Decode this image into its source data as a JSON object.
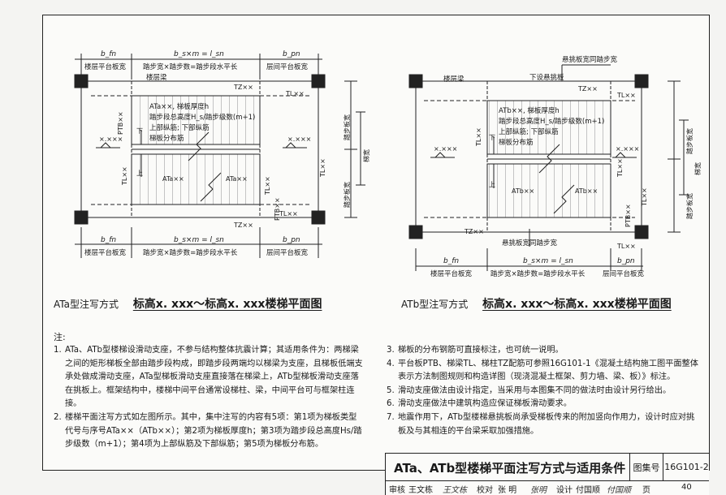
{
  "plan_a": {
    "top_dims": [
      "b_fn",
      "b_s×m = l_sn",
      "b_pn"
    ],
    "top_titles": [
      "楼层平台板宽",
      "踏步宽×踏步数=踏步段水平长",
      "层间平台板宽"
    ],
    "bottom_dims": [
      "b_fn",
      "b_s×m = l_sn",
      "b_pn"
    ],
    "bottom_titles": [
      "楼层平台板宽",
      "踏步宽×踏步数=踏步段水平长",
      "层间平台板宽"
    ],
    "floor_beam": "楼层梁",
    "tz_top": "TZ××",
    "tl_top": "TL××",
    "tz_bottom": "TZ××",
    "tl_bottom": "TL××",
    "ptb": "PTB××",
    "tl_left": "TL××",
    "tl_right": "TL××",
    "tl_mid": "TL××",
    "ptb_right": "PTB××",
    "elev_left": "×.×××",
    "elev_right": "×.×××",
    "annotation": [
      "ATa××, 梯板厚度h",
      "踏步段总高度H_s/踏步级数(m+1)",
      "上部纵筋; 下部纵筋",
      "梯板分布筋"
    ],
    "flight_left": "ATa××",
    "flight_right": "ATa××",
    "down_mark": "下",
    "up_mark": "上",
    "side_labels": [
      "踏步板宽",
      "梯宽",
      "踏步板宽"
    ]
  },
  "plan_b": {
    "top_note": "悬挑板宽同踏步宽",
    "floor_beam": "楼层梁",
    "lower_plate": "下设悬挑板",
    "tz_top": "TZ××",
    "tl_top": "TL××",
    "annotation": [
      "ATb××, 梯板厚度h",
      "踏步段总高度H_s/踏步级数(m+1)",
      "上部纵筋; 下部纵筋",
      "梯板分布筋"
    ],
    "elev_left": "×.×××",
    "elev_right": "×.×××",
    "flight_left": "ATb××",
    "flight_right": "ATb××",
    "tl_left": "TL××",
    "tl_right": "TL××",
    "tl_mid": "TL××",
    "ptb": "PTB××",
    "tz_bottom": "TZ××",
    "tl_bottom": "TL××",
    "bottom_note": "悬挑板宽同踏步宽",
    "bottom_dims": [
      "b_fn",
      "b_s×m = l_sn",
      "b_pn"
    ],
    "bottom_titles": [
      "楼层平台板宽",
      "踏步宽×踏步数=踏步段水平长",
      "层间平台板宽"
    ],
    "down_mark": "下",
    "up_mark": "上",
    "side_labels": [
      "踏步板宽",
      "梯宽",
      "踏步板宽"
    ]
  },
  "captions": {
    "left_label": "ATa型注写方式",
    "left_title": "标高x. xxx～标高x. xxx楼梯平面图",
    "right_label": "ATb型注写方式",
    "right_title": "标高x. xxx～标高x. xxx楼梯平面图"
  },
  "notes": {
    "heading": "注:",
    "left": [
      {
        "num": "1.",
        "text": "ATa、ATb型楼梯设滑动支座，不参与结构整体抗震计算；其适用条件为：两梯梁之间的矩形梯板全部由踏步段构成，即踏步段两端均以梯梁为支座，且梯板低端支承处做成滑动支座，ATa型梯板滑动支座直接落在梯梁上，ATb型梯板滑动支座落在挑板上。框架结构中，楼梯中间平台通常设梯柱、梁，中间平台可与框架柱连接。"
      },
      {
        "num": "2.",
        "text": "楼梯平面注写方式如左图所示。其中，集中注写的内容有5项：第1项为梯板类型代号与序号ATa××（ATb××）；第2项为梯板厚度h；第3项为踏步段总高度Hs/踏步级数（m+1）；第4项为上部纵筋及下部纵筋；第5项为梯板分布筋。"
      }
    ],
    "right": [
      {
        "num": "3.",
        "text": "梯板的分布钢筋可直接标注，也可统一说明。"
      },
      {
        "num": "4.",
        "text": "平台板PTB、梯梁TL、梯柱TZ配筋可参照16G101-1《混凝土结构施工图平面整体表示方法制图规则和构造详图（现浇混凝土框架、剪力墙、梁、板）》标注。"
      },
      {
        "num": "5.",
        "text": "滑动支座做法由设计指定，当采用与本图集不同的做法时由设计另行给出。"
      },
      {
        "num": "6.",
        "text": "滑动支座做法中建筑构造应保证梯板滑动要求。"
      },
      {
        "num": "7.",
        "text": "地震作用下，ATb型楼梯悬挑板尚承受梯板传来的附加竖向作用力，设计时应对挑板及与其相连的平台梁采取加强措施。"
      }
    ]
  },
  "title_block": {
    "title": "ATa、ATb型楼梯平面注写方式与适用条件",
    "atlas_label": "图集号",
    "atlas_no": "16G101-2",
    "review_label": "审核",
    "reviewer": "王文栋",
    "reviewer_sig": "王文栋",
    "check_label": "校对",
    "checker": "张  明",
    "checker_sig": "张明",
    "design_label": "设计",
    "designer": "付国顺",
    "designer_sig": "付国顺",
    "page_label": "页",
    "page_no": "40"
  },
  "colors": {
    "line": "#222222",
    "paper": "#fbfbf9",
    "background": "#f4f4f2"
  }
}
